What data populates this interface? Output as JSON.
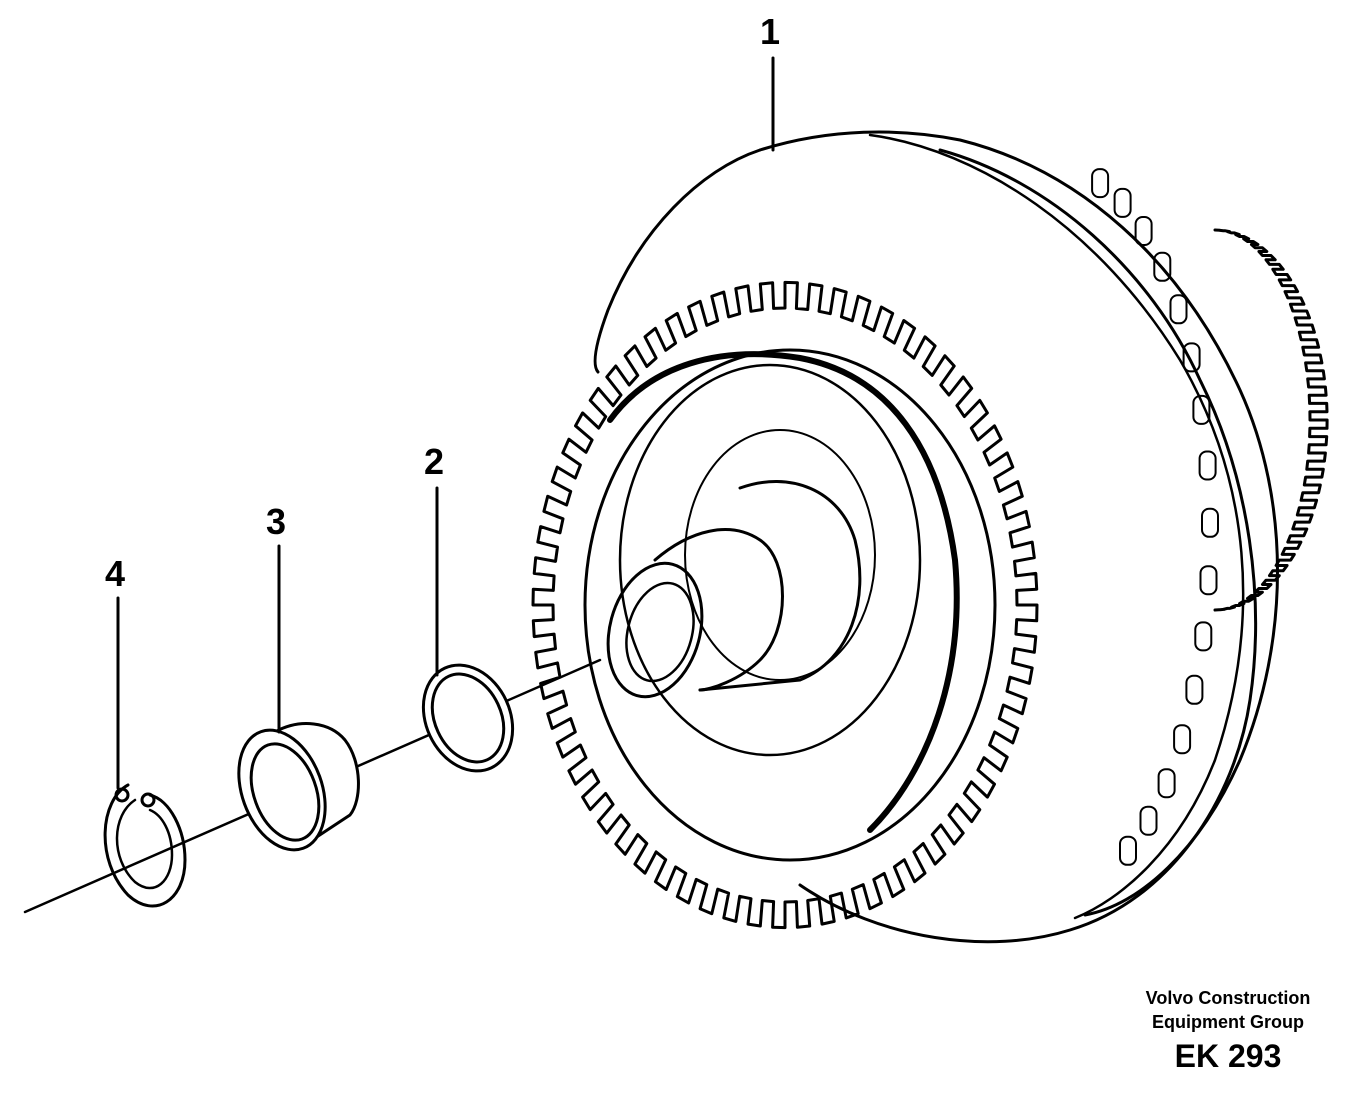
{
  "callouts": [
    {
      "id": "1",
      "label": "1"
    },
    {
      "id": "2",
      "label": "2"
    },
    {
      "id": "3",
      "label": "3"
    },
    {
      "id": "4",
      "label": "4"
    }
  ],
  "footer": {
    "line1": "Volvo Construction",
    "line2": "Equipment Group",
    "code": "EK 293"
  },
  "colors": {
    "ink": "#000000",
    "paper": "#ffffff"
  }
}
